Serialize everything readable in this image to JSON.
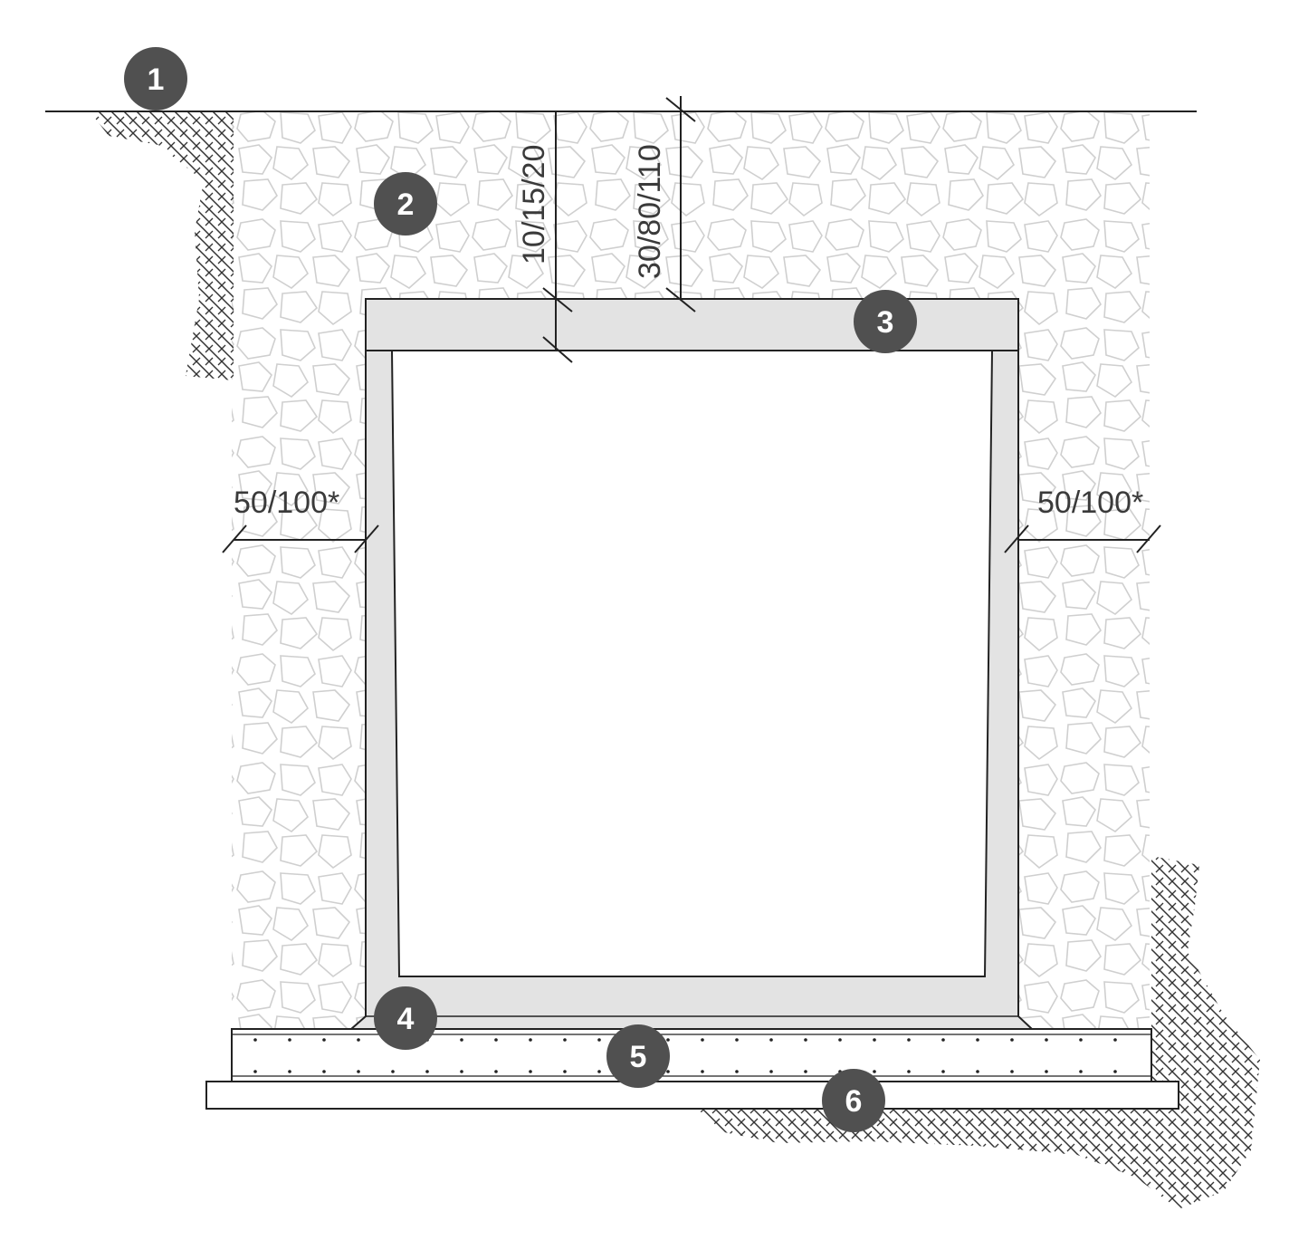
{
  "dimensions": {
    "top_cover_min": "10/15/20",
    "top_cover_max": "30/80/110",
    "side_left": "50/100*",
    "side_right": "50/100*"
  },
  "markers": [
    {
      "label": "1"
    },
    {
      "label": "2"
    },
    {
      "label": "3"
    },
    {
      "label": "4"
    },
    {
      "label": "5"
    },
    {
      "label": "6"
    }
  ],
  "colors": {
    "badge": "#505050",
    "concrete": "#e3e3e3",
    "gravel_stroke": "#cfcfcf",
    "line": "#222222",
    "soil_hatch": "#333333"
  }
}
